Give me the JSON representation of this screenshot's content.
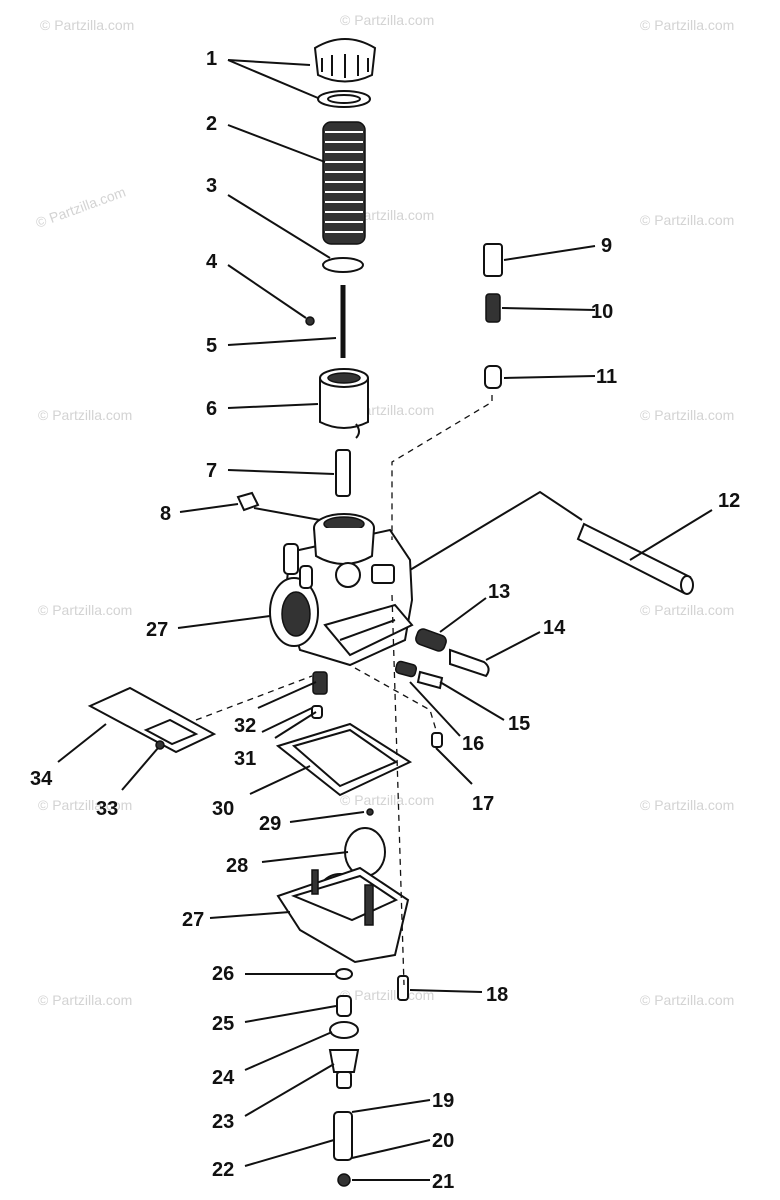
{
  "watermark": "© Partzilla.com",
  "callouts": [
    "1",
    "2",
    "3",
    "4",
    "5",
    "6",
    "7",
    "8",
    "9",
    "10",
    "11",
    "12",
    "13",
    "14",
    "15",
    "16",
    "17",
    "18",
    "19",
    "20",
    "21",
    "22",
    "23",
    "24",
    "25",
    "26",
    "27",
    "28",
    "29",
    "30",
    "31",
    "32",
    "33",
    "34"
  ]
}
